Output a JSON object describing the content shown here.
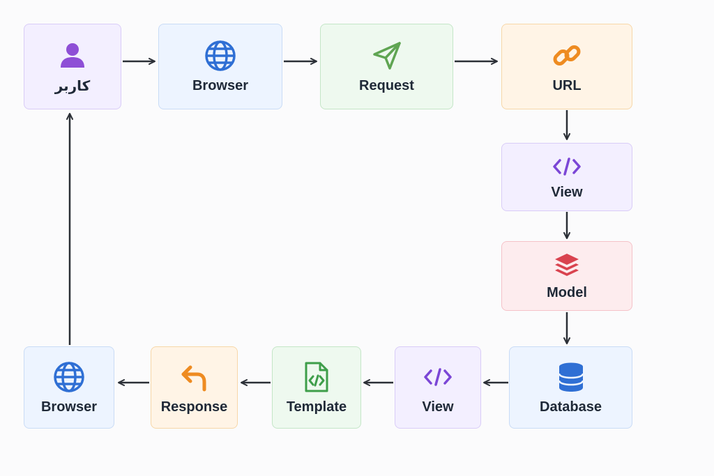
{
  "nodes": {
    "user": {
      "label": "کاربر",
      "icon": "user-icon",
      "color": "#8e4fd6"
    },
    "browser_start": {
      "label": "Browser",
      "icon": "globe-icon",
      "color": "#2f6fd4"
    },
    "request": {
      "label": "Request",
      "icon": "send-icon",
      "color": "#5fa552"
    },
    "url": {
      "label": "URL",
      "icon": "link-icon",
      "color": "#ee8b21"
    },
    "view_1": {
      "label": "View",
      "icon": "code-icon",
      "color": "#7b46d6"
    },
    "model": {
      "label": "Model",
      "icon": "layers-icon",
      "color": "#d9434f"
    },
    "database": {
      "label": "Database",
      "icon": "database-icon",
      "color": "#2f6fd4"
    },
    "view_2": {
      "label": "View",
      "icon": "code-icon",
      "color": "#7b46d6"
    },
    "template": {
      "label": "Template",
      "icon": "file-code-icon",
      "color": "#3e9e4a"
    },
    "response": {
      "label": "Response",
      "icon": "reply-icon",
      "color": "#ee8b21"
    },
    "browser_end": {
      "label": "Browser",
      "icon": "globe-icon",
      "color": "#2f6fd4"
    }
  },
  "flow": [
    "user",
    "browser_start",
    "request",
    "url",
    "view_1",
    "model",
    "database",
    "view_2",
    "template",
    "response",
    "browser_end",
    "user"
  ]
}
